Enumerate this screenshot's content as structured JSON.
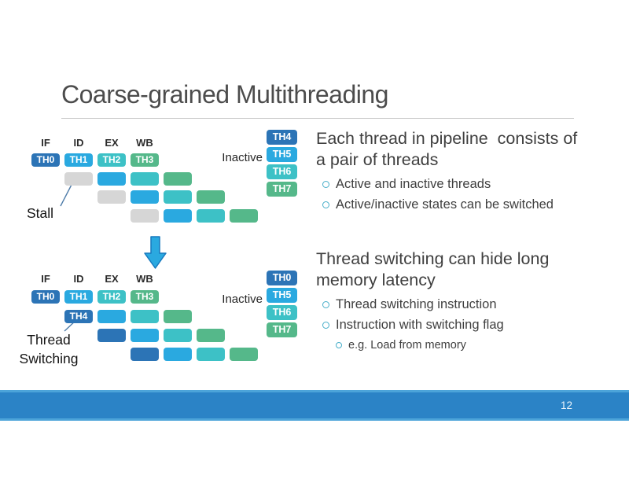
{
  "slide": {
    "title": "Coarse-grained Multithreading",
    "page_number": "12"
  },
  "palette": {
    "dark_blue": "#2c74b6",
    "sky_blue": "#2aa9e0",
    "teal": "#3dc1c6",
    "green": "#55b88a",
    "gray": "#d6d6d6",
    "bar_blue": "#2b83c6",
    "bar_edge": "#4ca4d9",
    "bullet_teal": "#47aec9",
    "pointer_line": "#4e7ca9",
    "arrow_fill": "#2aa9e0",
    "arrow_stroke": "#1779be"
  },
  "pipeline_top": {
    "stage_headers": [
      "IF",
      "ID",
      "EX",
      "WB"
    ],
    "stall_label": "Stall",
    "inactive_label": "Inactive",
    "inactive_stack": [
      {
        "label": "TH4",
        "color": "dark_blue"
      },
      {
        "label": "TH5",
        "color": "sky_blue"
      },
      {
        "label": "TH6",
        "color": "teal"
      },
      {
        "label": "TH7",
        "color": "green"
      }
    ],
    "rows": [
      [
        {
          "col": 0,
          "color": "dark_blue",
          "label": "TH0"
        },
        {
          "col": 1,
          "color": "sky_blue",
          "label": "TH1"
        },
        {
          "col": 2,
          "color": "teal",
          "label": "TH2"
        },
        {
          "col": 3,
          "color": "green",
          "label": "TH3"
        }
      ],
      [
        {
          "col": 1,
          "color": "gray"
        },
        {
          "col": 2,
          "color": "sky_blue"
        },
        {
          "col": 3,
          "color": "teal"
        },
        {
          "col": 4,
          "color": "green"
        }
      ],
      [
        {
          "col": 2,
          "color": "gray"
        },
        {
          "col": 3,
          "color": "sky_blue"
        },
        {
          "col": 4,
          "color": "teal"
        },
        {
          "col": 5,
          "color": "green"
        }
      ],
      [
        {
          "col": 3,
          "color": "gray"
        },
        {
          "col": 4,
          "color": "sky_blue"
        },
        {
          "col": 5,
          "color": "teal"
        },
        {
          "col": 6,
          "color": "green"
        }
      ]
    ]
  },
  "pipeline_bottom": {
    "stage_headers": [
      "IF",
      "ID",
      "EX",
      "WB"
    ],
    "annotation_lines": [
      "Thread",
      "Switching"
    ],
    "inactive_label": "Inactive",
    "inactive_stack": [
      {
        "label": "TH0",
        "color": "dark_blue"
      },
      {
        "label": "TH5",
        "color": "sky_blue"
      },
      {
        "label": "TH6",
        "color": "teal"
      },
      {
        "label": "TH7",
        "color": "green"
      }
    ],
    "rows": [
      [
        {
          "col": 0,
          "color": "dark_blue",
          "label": "TH0"
        },
        {
          "col": 1,
          "color": "sky_blue",
          "label": "TH1"
        },
        {
          "col": 2,
          "color": "teal",
          "label": "TH2"
        },
        {
          "col": 3,
          "color": "green",
          "label": "TH3"
        }
      ],
      [
        {
          "col": 1,
          "color": "dark_blue",
          "label": "TH4"
        },
        {
          "col": 2,
          "color": "sky_blue"
        },
        {
          "col": 3,
          "color": "teal"
        },
        {
          "col": 4,
          "color": "green"
        }
      ],
      [
        {
          "col": 2,
          "color": "dark_blue"
        },
        {
          "col": 3,
          "color": "sky_blue"
        },
        {
          "col": 4,
          "color": "teal"
        },
        {
          "col": 5,
          "color": "green"
        }
      ],
      [
        {
          "col": 3,
          "color": "dark_blue"
        },
        {
          "col": 4,
          "color": "sky_blue"
        },
        {
          "col": 5,
          "color": "teal"
        },
        {
          "col": 6,
          "color": "green"
        }
      ]
    ]
  },
  "content": {
    "sections": [
      {
        "heading_lines": [
          "Each thread in pipeline  consists of",
          "a pair of threads"
        ],
        "bullets": [
          {
            "level": 1,
            "text": "Active and inactive threads"
          },
          {
            "level": 1,
            "text": "Active/inactive states can be switched"
          }
        ]
      },
      {
        "heading_lines": [
          "Thread switching can hide long",
          "memory latency"
        ],
        "bullets": [
          {
            "level": 1,
            "text": "Thread switching instruction"
          },
          {
            "level": 1,
            "text": "Instruction with switching flag"
          },
          {
            "level": 2,
            "text": "e.g. Load from memory"
          }
        ]
      }
    ]
  }
}
